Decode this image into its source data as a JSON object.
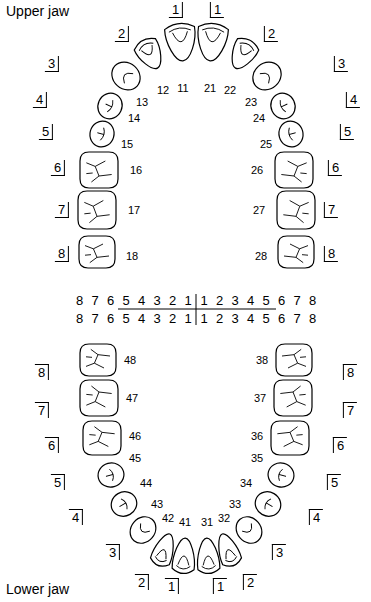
{
  "diagram": {
    "labels": [
      "Upper jaw",
      "1",
      "2",
      "3",
      "4",
      "5",
      "6",
      "7",
      "8",
      "1",
      "2",
      "3",
      "4",
      "5",
      "6",
      "7",
      "8",
      "11",
      "12",
      "13",
      "14",
      "15",
      "16",
      "17",
      "18",
      "21",
      "22",
      "23",
      "24",
      "25",
      "26",
      "27",
      "28",
      "8",
      "7",
      "6",
      "5",
      "4",
      "3",
      "2",
      "1",
      "1",
      "2",
      "3",
      "4",
      "5",
      "6",
      "7",
      "8",
      "8",
      "7",
      "6",
      "5",
      "4",
      "3",
      "2",
      "1",
      "1",
      "2",
      "3",
      "4",
      "5",
      "6",
      "7",
      "8",
      "41",
      "42",
      "43",
      "44",
      "45",
      "46",
      "47",
      "48",
      "31",
      "32",
      "33",
      "34",
      "35",
      "36",
      "37",
      "38",
      "1",
      "2",
      "3",
      "4",
      "5",
      "6",
      "7",
      "8",
      "1",
      "2",
      "3",
      "4",
      "5",
      "6",
      "7",
      "8",
      "Lower jaw"
    ]
  }
}
